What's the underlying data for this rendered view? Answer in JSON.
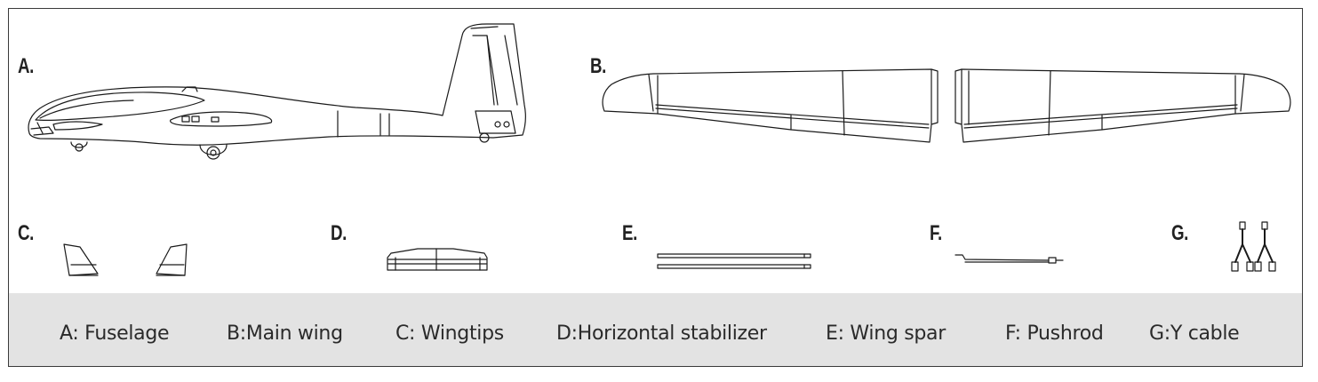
{
  "markers": {
    "a": "A.",
    "b": "B.",
    "c": "C.",
    "d": "D.",
    "e": "E.",
    "f": "F.",
    "g": "G."
  },
  "legend": {
    "a": "A: Fuselage",
    "b": "B:Main wing",
    "c": "C: Wingtips",
    "d": "D:Horizontal stabilizer",
    "e": "E: Wing spar",
    "f": "F: Pushrod",
    "g": "G:Y cable"
  },
  "colors": {
    "line": "#1a1a1a",
    "legend_bg": "#e3e3e3",
    "frame": "#3a3a3a"
  }
}
